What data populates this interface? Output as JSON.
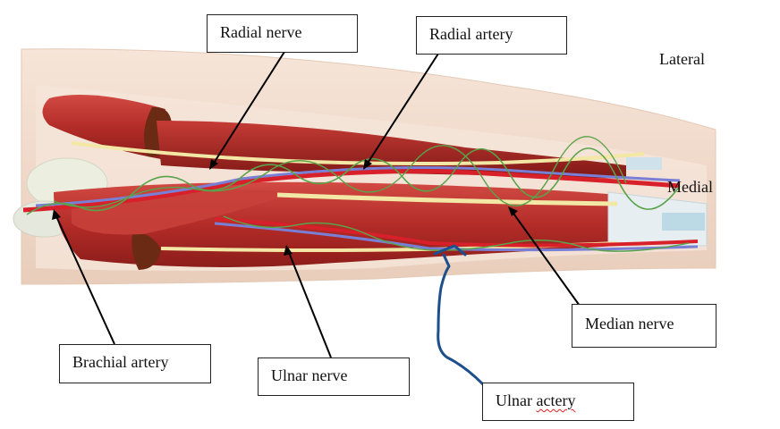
{
  "labels": {
    "radial_nerve": "Radial nerve",
    "radial_artery": "Radial artery",
    "lateral": "Lateral",
    "medial": "Medial",
    "median_nerve": "Median nerve",
    "brachial_artery": "Brachial artery",
    "ulnar_nerve": "Ulnar nerve",
    "ulnar_artery_prefix": "Ulnar ",
    "ulnar_artery_misspelled": "actery"
  },
  "colors": {
    "muscle": "#b8312f",
    "muscle_dark": "#8e1f1c",
    "skin": "#f2dccd",
    "artery": "#d8202a",
    "vein": "#7a7fd6",
    "nerve": "#f3e7a6",
    "fine_vessels": "#5aa34a",
    "pen_annotation": "#1c4f8c",
    "tendon": "#dfeaf0"
  }
}
